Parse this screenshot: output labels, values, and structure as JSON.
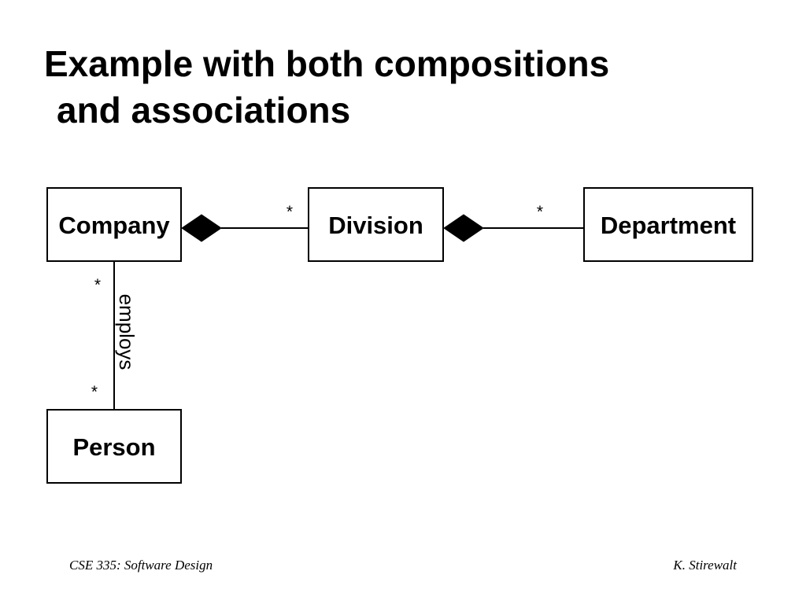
{
  "slide": {
    "title_line1": "Example with both compositions",
    "title_line2": "and associations"
  },
  "diagram": {
    "classes": {
      "company": "Company",
      "division": "Division",
      "department": "Department",
      "person": "Person"
    },
    "relations": {
      "company_division": {
        "kind": "composition",
        "multiplicity": "*"
      },
      "division_department": {
        "kind": "composition",
        "multiplicity": "*"
      },
      "company_person": {
        "kind": "association",
        "label": "employs",
        "multiplicity_company_end": "*",
        "multiplicity_person_end": "*"
      }
    }
  },
  "footer": {
    "course": "CSE 335: Software Design",
    "author": "K. Stirewalt"
  }
}
